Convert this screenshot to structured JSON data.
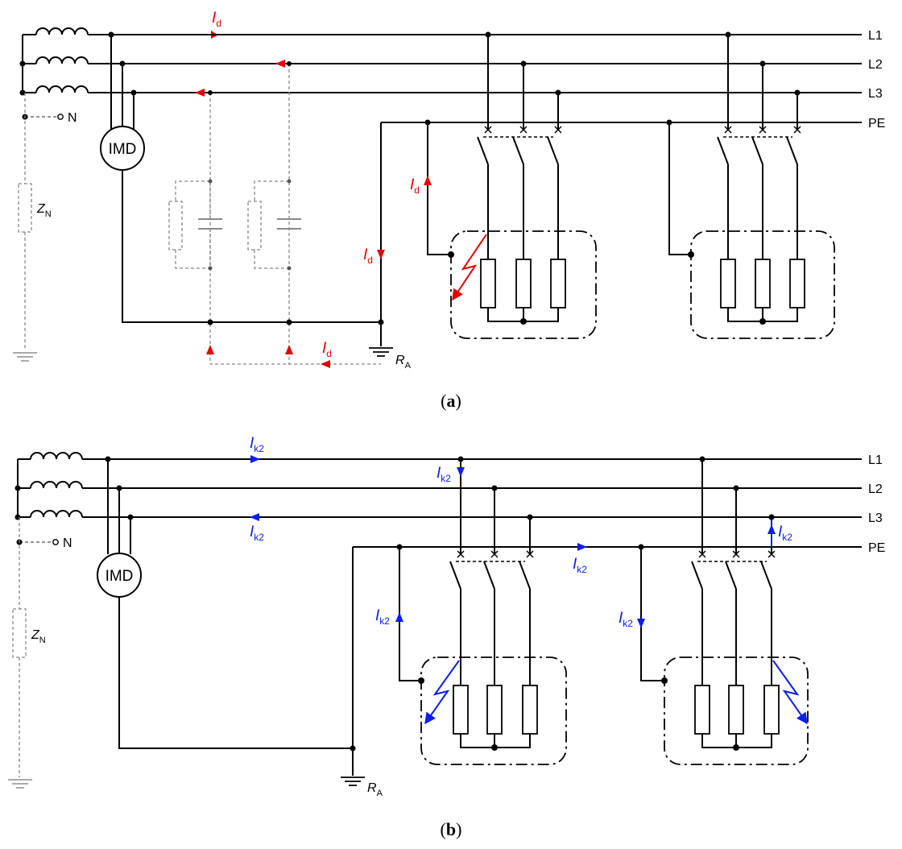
{
  "panel_a": {
    "caption_open": "(",
    "caption_letter": "a",
    "caption_close": ")",
    "line_labels": [
      "L1",
      "L2",
      "L3",
      "PE"
    ],
    "neutral_label": "N",
    "imd_label": "IMD",
    "zn_label": {
      "main": "Z",
      "sub": "N"
    },
    "ra_label": {
      "main": "R",
      "sub": "A"
    },
    "current_label": {
      "main": "I",
      "sub": "d"
    },
    "current_color": "#e00000"
  },
  "panel_b": {
    "caption_open": "(",
    "caption_letter": "b",
    "caption_close": ")",
    "line_labels": [
      "L1",
      "L2",
      "L3",
      "PE"
    ],
    "neutral_label": "N",
    "imd_label": "IMD",
    "zn_label": {
      "main": "Z",
      "sub": "N"
    },
    "ra_label": {
      "main": "R",
      "sub": "A"
    },
    "current_label": {
      "main": "I",
      "sub": "k2"
    },
    "current_color": "#0a1ef0"
  }
}
